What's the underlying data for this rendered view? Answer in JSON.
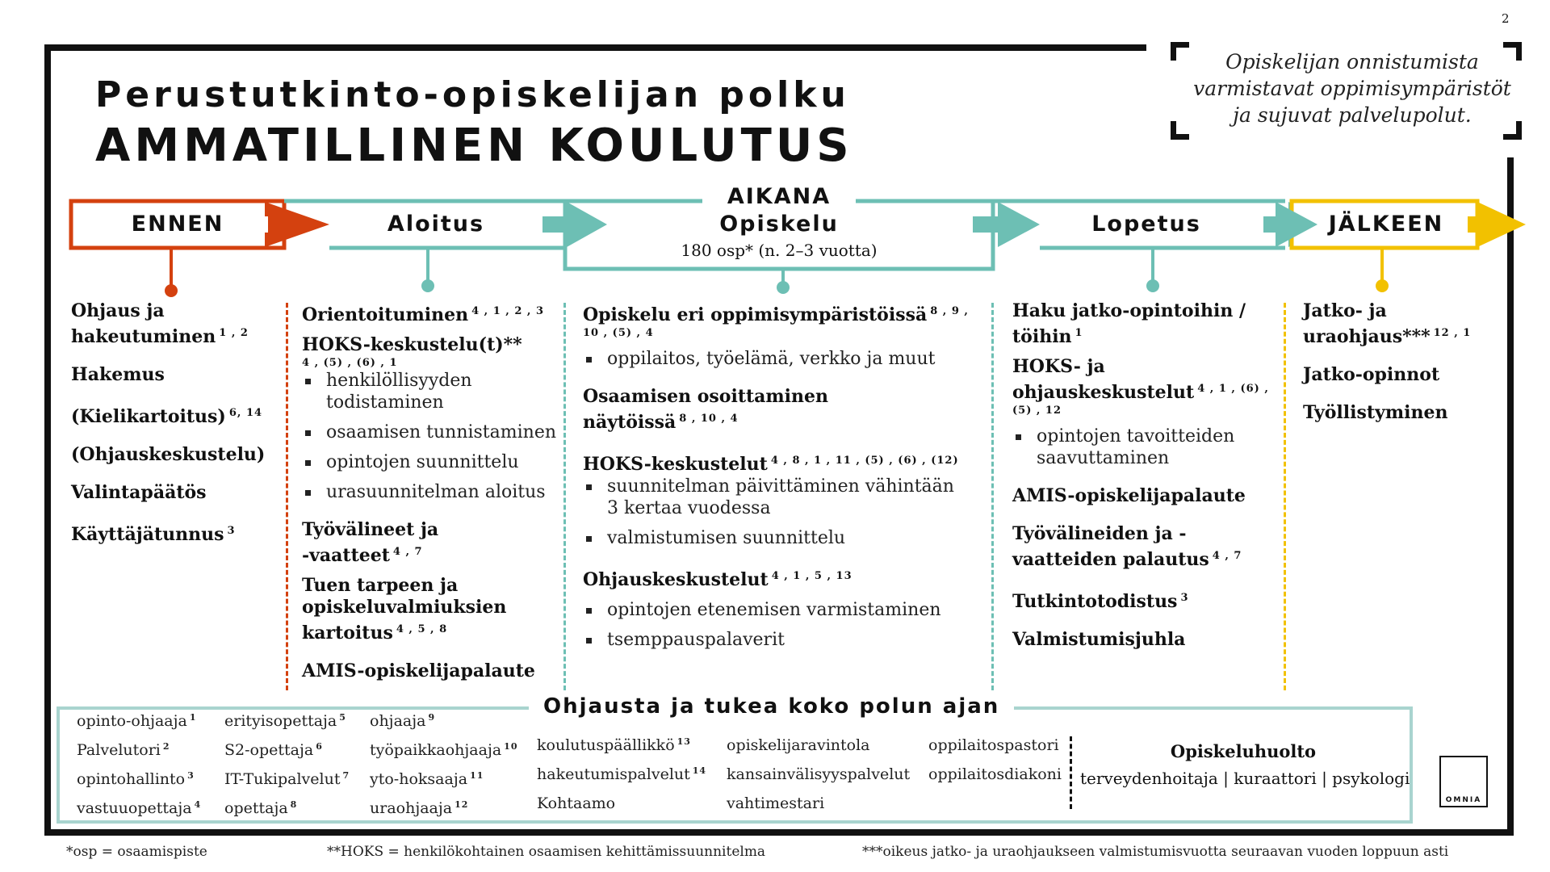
{
  "page_number": "2",
  "tagline": [
    "Opiskelijan onnistumista",
    "varmistavat oppimisympäristöt",
    "ja sujuvat palvelupolut."
  ],
  "title": {
    "line1": "Perustutkinto-opiskelijan polku",
    "line2": "AMMATILLINEN KOULUTUS"
  },
  "colors": {
    "ennen": "#d4410f",
    "teal": "#6dbfb4",
    "jalkeen": "#f2c100",
    "support_border": "#a9d4cf",
    "frame": "#111111"
  },
  "stages": {
    "ennen": "ENNEN",
    "aloitus": "Aloitus",
    "aikana": "AIKANA",
    "opiskelu": "Opiskelu",
    "opiskelu_sub": "180 osp* (n. 2–3 vuotta)",
    "lopetus": "Lopetus",
    "jalkeen": "JÄLKEEN"
  },
  "ennen_col": {
    "ohjaus": "Ohjaus ja",
    "hakeutuminen": "hakeutuminen",
    "hakeutuminen_sup": "1 , 2",
    "hakemus": "Hakemus",
    "kielikartoitus": "(Kielikartoitus)",
    "kielikartoitus_sup": "6, 14",
    "ohjauskeskustelu": "(Ohjauskeskustelu)",
    "valintapaatos": "Valintapäätös",
    "kayttajatunnus": "Käyttäjätunnus",
    "kayttajatunnus_sup": "3"
  },
  "aloitus_col": {
    "orientoituminen": "Orientoituminen",
    "orientoituminen_sup": "4 , 1 , 2 , 3",
    "hoks": "HOKS-keskustelu(t)**",
    "hoks_sup": "4 , (5) , (6) , 1",
    "b1": "henkilöllisyyden todistaminen",
    "b2": "osaamisen tunnistaminen",
    "b3": "opintojen suunnittelu",
    "b4": "urasuunnitelman aloitus",
    "tyovalineet_1": "Työvälineet ja",
    "tyovalineet_2": "-vaatteet",
    "tyovalineet_sup": "4 , 7",
    "tuen_1": "Tuen tarpeen ja",
    "tuen_2": "opiskeluvalmiuksien",
    "tuen_3": "kartoitus",
    "tuen_sup": "4 , 5 , 8",
    "amis": "AMIS-opiskelijapalaute"
  },
  "opiskelu_col": {
    "h1": "Opiskelu eri oppimisympäristöissä",
    "h1_sup": "8 , 9 ,",
    "h1_sup2": "10 , (5) , 4",
    "b1": "oppilaitos, työelämä, verkko ja muut",
    "h2_1": "Osaamisen osoittaminen",
    "h2_2": "näytöissä",
    "h2_sup": "8 , 10 , 4",
    "h3": "HOKS-keskustelut",
    "h3_sup": "4 , 8 , 1 , 11 , (5) , (6) , (12)",
    "b2": "suunnitelman päivittäminen vähintään 3 kertaa vuodessa",
    "b3": "valmistumisen suunnittelu",
    "h4": "Ohjauskeskustelut",
    "h4_sup": "4 , 1 , 5 , 13",
    "b4": "opintojen etenemisen varmistaminen",
    "b5": "tsemppauspalaverit"
  },
  "lopetus_col": {
    "h1_1": "Haku jatko-opintoihin /",
    "h1_2": "töihin",
    "h1_sup": "1",
    "h2_1": "HOKS- ja",
    "h2_2": "ohjauskeskustelut",
    "h2_sup": "4 , 1 , (6) ,",
    "h2_sup2": "(5) , 12",
    "b1": "opintojen tavoitteiden saavuttaminen",
    "amis": "AMIS-opiskelijapalaute",
    "h3_1": "Työvälineiden ja -",
    "h3_2": "vaatteiden palautus",
    "h3_sup": "4 , 7",
    "tutkinto": "Tutkintotodistus",
    "tutkinto_sup": "3",
    "juhla": "Valmistumisjuhla"
  },
  "jalkeen_col": {
    "h1_1": "Jatko- ja",
    "h1_2": "uraohjaus***",
    "h1_sup": "12 , 1",
    "h2": "Jatko-opinnot",
    "h3": "Työllistyminen"
  },
  "support": {
    "title": "Ohjausta ja tukea koko polun ajan",
    "roles": [
      {
        "name": "opinto-ohjaaja",
        "sup": "1"
      },
      {
        "name": "Palvelutori",
        "sup": "2"
      },
      {
        "name": "opintohallinto",
        "sup": "3"
      },
      {
        "name": "vastuuopettaja",
        "sup": "4"
      },
      {
        "name": "erityisopettaja",
        "sup": "5"
      },
      {
        "name": "S2-opettaja",
        "sup": "6"
      },
      {
        "name": "IT-Tukipalvelut",
        "sup": "7"
      },
      {
        "name": "opettaja",
        "sup": "8"
      },
      {
        "name": "ohjaaja",
        "sup": "9"
      },
      {
        "name": "työpaikkaohjaaja",
        "sup": "10"
      },
      {
        "name": "yto-hoksaaja",
        "sup": "11"
      },
      {
        "name": "uraohjaaja",
        "sup": "12"
      },
      {
        "name": "koulutuspäällikkö",
        "sup": "13"
      },
      {
        "name": "hakeutumispalvelut",
        "sup": "14"
      },
      {
        "name": "Kohtaamo",
        "sup": ""
      },
      {
        "name": "opiskelijaravintola",
        "sup": ""
      },
      {
        "name": "kansainvälisyyspalvelut",
        "sup": ""
      },
      {
        "name": "vahtimestari",
        "sup": ""
      },
      {
        "name": "oppilaitospastori",
        "sup": ""
      },
      {
        "name": "oppilaitosdiakoni",
        "sup": ""
      }
    ],
    "opiskeluhuolto_title": "Opiskeluhuolto",
    "opiskeluhuolto_items": "terveydenhoitaja |  kuraattori | psykologi"
  },
  "logo": "OMNIA",
  "footnotes": {
    "f1": "*osp = osaamispiste",
    "f2": "**HOKS = henkilökohtainen osaamisen kehittämissuunnitelma",
    "f3": "***oikeus jatko- ja uraohjaukseen valmistumisvuotta seuraavan vuoden loppuun asti"
  }
}
